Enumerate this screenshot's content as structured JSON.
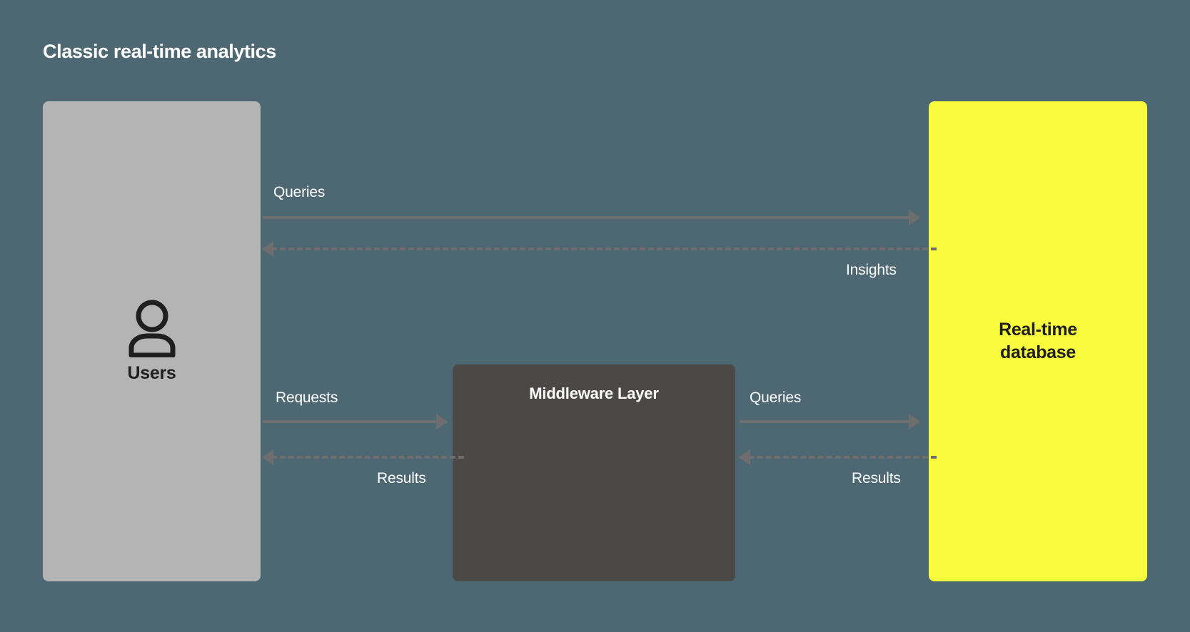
{
  "diagram": {
    "title": "Classic real-time analytics",
    "background_color": "#4d6872",
    "nodes": {
      "users": {
        "label": "Users",
        "icon": "user-icon",
        "color": "#b4b4b4",
        "text_color": "#1f1f1f"
      },
      "middleware": {
        "label": "Middleware Layer",
        "color": "#4a4947",
        "text_color": "#ffffff"
      },
      "database": {
        "label_line1": "Real-time",
        "label_line2": "database",
        "color": "#f8fa3c",
        "text_color": "#1f1f1f"
      }
    },
    "connectors": [
      {
        "id": "queries-top",
        "label": "Queries",
        "from": "users",
        "to": "database",
        "direction": "right",
        "style": "solid"
      },
      {
        "id": "insights",
        "label": "Insights",
        "from": "database",
        "to": "users",
        "direction": "left",
        "style": "dashed"
      },
      {
        "id": "requests",
        "label": "Requests",
        "from": "users",
        "to": "middleware",
        "direction": "right",
        "style": "solid"
      },
      {
        "id": "results-left",
        "label": "Results",
        "from": "middleware",
        "to": "users",
        "direction": "left",
        "style": "dashed"
      },
      {
        "id": "queries-mid",
        "label": "Queries",
        "from": "middleware",
        "to": "database",
        "direction": "right",
        "style": "solid"
      },
      {
        "id": "results-right",
        "label": "Results",
        "from": "database",
        "to": "middleware",
        "direction": "left",
        "style": "dashed"
      }
    ],
    "line_color": "#6e6e6e"
  }
}
